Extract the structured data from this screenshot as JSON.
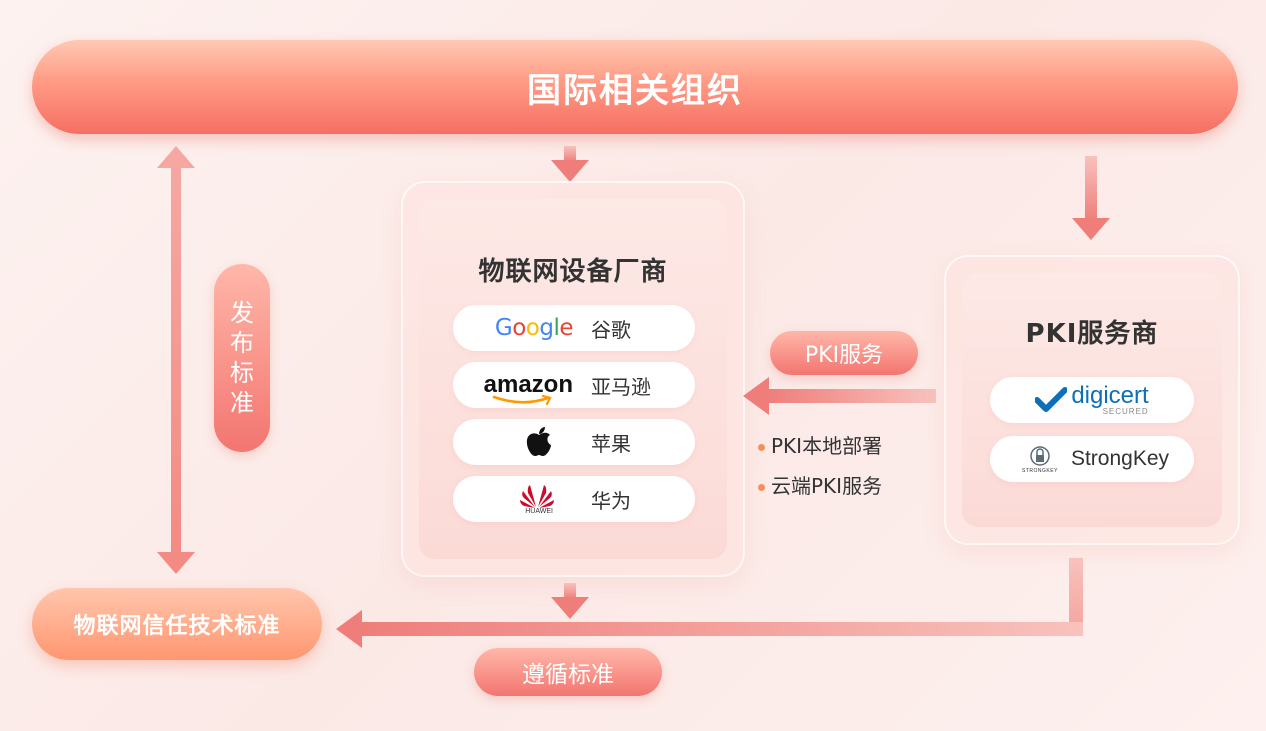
{
  "top_banner": {
    "title": "国际相关组织"
  },
  "publish_label": "发布标准",
  "publish_chars": [
    "发",
    "布",
    "标",
    "准"
  ],
  "device_vendors": {
    "title": "物联网设备厂商",
    "items": [
      {
        "logo": "google-logo",
        "logo_text": "Google",
        "name": "谷歌"
      },
      {
        "logo": "amazon-logo",
        "logo_text": "amazon",
        "name": "亚马逊"
      },
      {
        "logo": "apple-logo",
        "logo_text": "",
        "name": "苹果"
      },
      {
        "logo": "huawei-logo",
        "logo_text": "HUAWEI",
        "name": "华为"
      }
    ]
  },
  "pki_service_label": "PKI服务",
  "pki_options": [
    "PKI本地部署",
    "云端PKI服务"
  ],
  "pki_providers": {
    "title": "PKI服务商",
    "items": [
      {
        "logo": "digicert-logo",
        "logo_text": "digicert",
        "logo_subtext": "SECURED"
      },
      {
        "logo": "strongkey-logo",
        "logo_text": "StrongKey",
        "logo_subtext": "STRONGKEY"
      }
    ]
  },
  "standard_box": {
    "label": "物联网信任技术标准"
  },
  "follow_label": "遵循标准",
  "colors": {
    "accent": "#f37570",
    "banner_start": "#ffc9b4",
    "banner_end": "#f56f63",
    "bullet": "#f58f5e",
    "google_blue": "#4285F4",
    "google_red": "#EA4335",
    "google_yellow": "#FBBC05",
    "google_green": "#34A853",
    "amazon_orange": "#FF9900",
    "digicert_blue": "#0d6fb8",
    "huawei_red": "#cf0a2c"
  }
}
